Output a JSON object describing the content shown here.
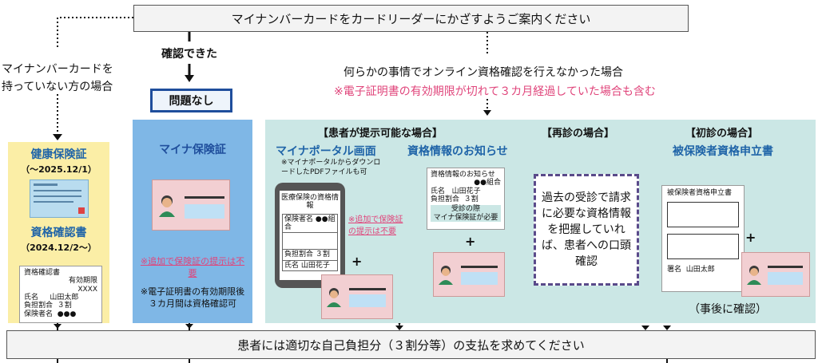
{
  "top_instruction": "マイナンバーカードをカードリーダーにかざすようご案内ください",
  "confirmed_label": "確認できた",
  "no_problem_label": "問題なし",
  "no_card": {
    "line1": "マイナンバーカードを",
    "line2": "持っていない方の場合"
  },
  "cannot_confirm": "何らかの事情でオンライン資格確認を行えなかった場合",
  "expired_note": "※電子証明書の有効期限が切れて３カ月経過していた場合も含む",
  "left_panel": {
    "title1": "健康保険証",
    "date1": "（～2025.12/1）",
    "title2": "資格確認書",
    "date2": "（2024.12/2～）",
    "doc": {
      "title": "資格確認書",
      "expiry_label": "有効期限",
      "expiry_value": "XXXX",
      "name_label": "氏名",
      "name_value": "山田太郎",
      "ratio_label": "負担割合",
      "ratio_value": "３割",
      "insurer_label": "保険者名",
      "insurer_value": "●●●"
    }
  },
  "mid_panel": {
    "title": "マイナ保険証",
    "note_pink": "※追加で保険証の提示は不要",
    "note_black": "※電子証明書の有効期限後３カ月間は資格確認可"
  },
  "teal": {
    "patient_hdr": "【患者が提示可能な場合】",
    "revisit_hdr": "【再診の場合】",
    "first_hdr": "【初診の場合】",
    "portal_title": "マイナポータル画面",
    "portal_note": "※マイナポータルからダウンロードしたPDFファイルも可",
    "phone": {
      "title": "医療保険の資格情報",
      "insurer_label": "保険者名",
      "insurer_value": "●●組合",
      "ratio_label": "負担割合",
      "ratio_value": "３割",
      "name_label": "氏名",
      "name_value": "山田花子"
    },
    "notice_title": "資格情報のお知らせ",
    "notice": {
      "title": "資格情報のお知らせ",
      "insurer_value": "●●組合",
      "name_label": "氏名",
      "name_value": "山田花子",
      "ratio_label": "負担割合",
      "ratio_value": "３割",
      "footer1": "受診の際",
      "footer2": "マイナ保険証が必要"
    },
    "pink_note": "※追加で保険証の提示は不要",
    "revisit_text": "過去の受診で請求に必要な資格情報を把握していれば、患者への口頭確認",
    "first_title": "被保険者資格申立書",
    "form": {
      "title": "被保険者資格申立書",
      "sign_label": "署名",
      "sign_value": "山田太郎"
    },
    "after_confirm": "（事後に確認）",
    "plus": "+"
  },
  "bottom_instruction": "患者には適切な自己負担分（３割分等）の支払を求めてください"
}
